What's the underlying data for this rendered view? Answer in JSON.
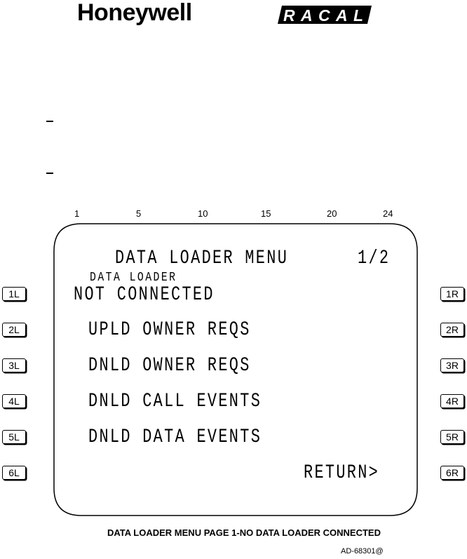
{
  "logos": {
    "honeywell": "Honeywell",
    "racal": "RACAL"
  },
  "ruler": [
    "1",
    "5",
    "10",
    "15",
    "20",
    "24"
  ],
  "screen": {
    "title": "DATA LOADER MENU",
    "page": "1/2",
    "status_label": "DATA LOADER",
    "status_value": "NOT CONNECTED",
    "lines": [
      "UPLD OWNER REQS",
      "DNLD OWNER REQS",
      "DNLD CALL EVENTS",
      "DNLD DATA EVENTS"
    ],
    "return": "RETURN>"
  },
  "keys": {
    "left": [
      "1L",
      "2L",
      "3L",
      "4L",
      "5L",
      "6L"
    ],
    "right": [
      "1R",
      "2R",
      "3R",
      "4R",
      "5R",
      "6R"
    ]
  },
  "caption": "DATA LOADER MENU PAGE 1-NO DATA LOADER CONNECTED",
  "figure_id": "AD-68301@"
}
